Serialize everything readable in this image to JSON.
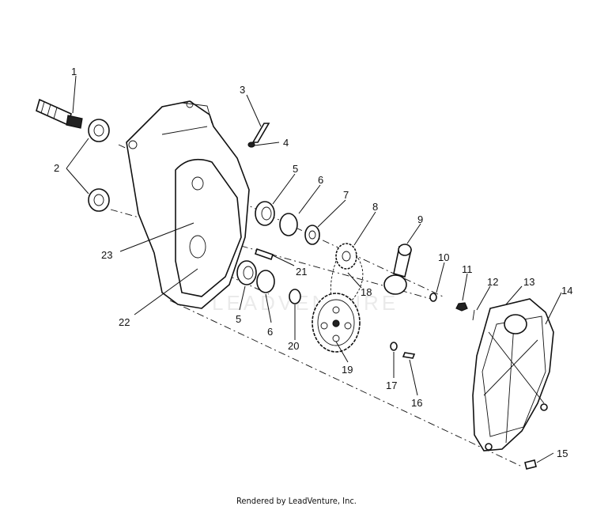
{
  "callouts": [
    {
      "id": "1",
      "label": "1"
    },
    {
      "id": "2",
      "label": "2"
    },
    {
      "id": "3",
      "label": "3"
    },
    {
      "id": "4",
      "label": "4"
    },
    {
      "id": "5a",
      "label": "5"
    },
    {
      "id": "6a",
      "label": "6"
    },
    {
      "id": "7",
      "label": "7"
    },
    {
      "id": "8",
      "label": "8"
    },
    {
      "id": "9",
      "label": "9"
    },
    {
      "id": "10",
      "label": "10"
    },
    {
      "id": "11",
      "label": "11"
    },
    {
      "id": "12",
      "label": "12"
    },
    {
      "id": "13",
      "label": "13"
    },
    {
      "id": "14",
      "label": "14"
    },
    {
      "id": "15",
      "label": "15"
    },
    {
      "id": "16",
      "label": "16"
    },
    {
      "id": "17",
      "label": "17"
    },
    {
      "id": "18",
      "label": "18"
    },
    {
      "id": "19",
      "label": "19"
    },
    {
      "id": "20",
      "label": "20"
    },
    {
      "id": "21",
      "label": "21"
    },
    {
      "id": "22",
      "label": "22"
    },
    {
      "id": "23",
      "label": "23"
    },
    {
      "id": "5b",
      "label": "5"
    },
    {
      "id": "6b",
      "label": "6"
    }
  ],
  "watermark": "LEADVENTURE",
  "footer": "Rendered by LeadVenture, Inc."
}
